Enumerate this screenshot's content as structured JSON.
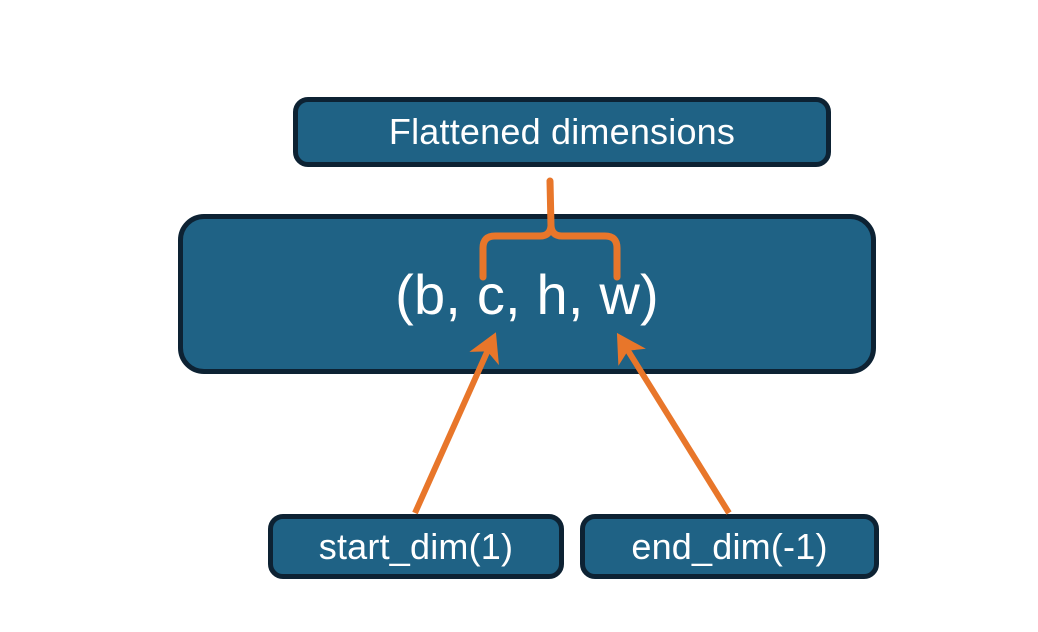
{
  "diagram": {
    "title_box": {
      "label": "Flattened dimensions"
    },
    "shape_box": {
      "label": "(b, c, h, w)"
    },
    "arg_boxes": [
      {
        "label": "start_dim(1)"
      },
      {
        "label": "end_dim(-1)"
      }
    ],
    "colors": {
      "box_fill": "#1f6285",
      "box_border": "#0d2233",
      "accent_orange": "#e8762a",
      "text": "#ffffff",
      "background": "#ffffff"
    },
    "annotations": {
      "brace_name": "curly-brace-over-c-h-w",
      "arrow_left_name": "arrow-start-dim-to-c",
      "arrow_right_name": "arrow-end-dim-to-w",
      "stem_name": "brace-stem-to-flattened-dimensions"
    }
  }
}
